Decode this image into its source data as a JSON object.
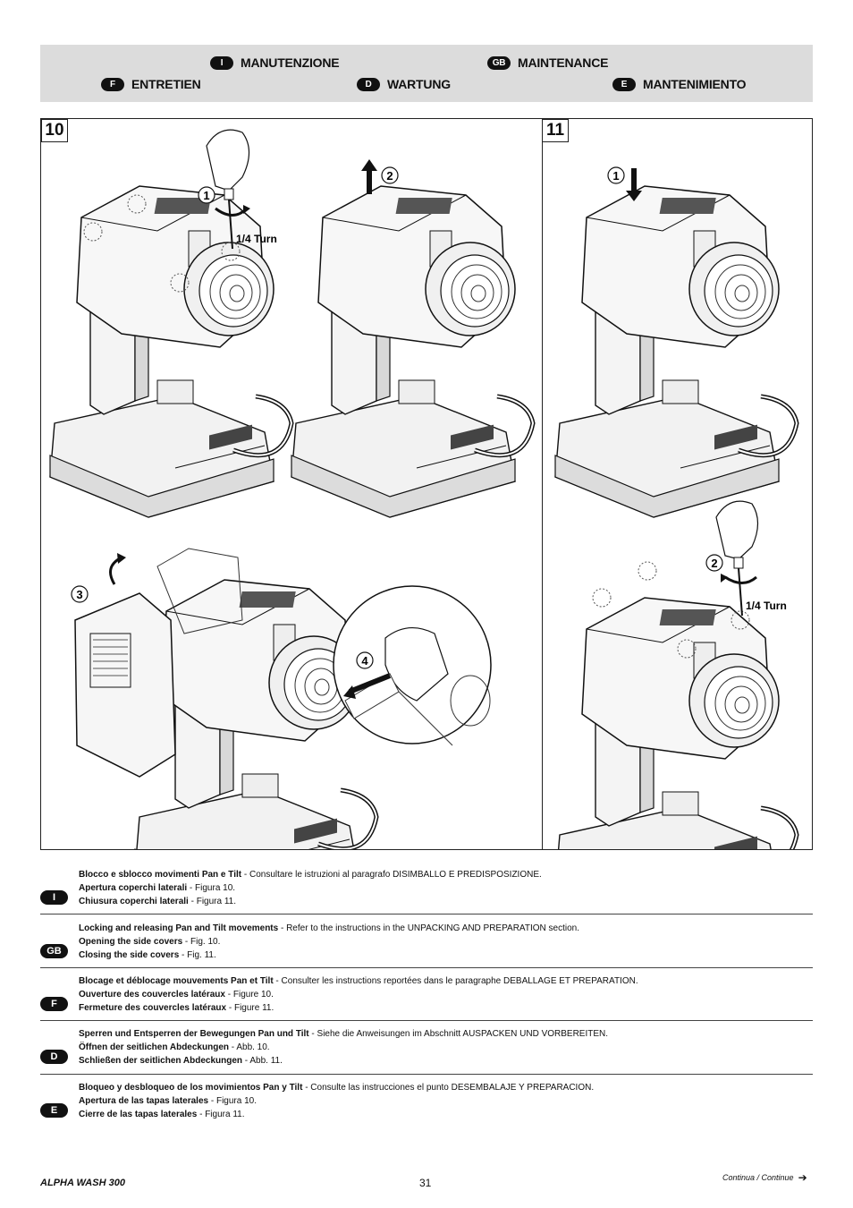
{
  "header": {
    "items": [
      {
        "code": "I",
        "label": "MANUTENZIONE"
      },
      {
        "code": "GB",
        "label": "MAINTENANCE"
      },
      {
        "code": "F",
        "label": "ENTRETIEN"
      },
      {
        "code": "D",
        "label": "WARTUNG"
      },
      {
        "code": "E",
        "label": "MANTENIMIENTO"
      }
    ]
  },
  "figures": {
    "fig10": {
      "number": "10",
      "steps": [
        "1",
        "2",
        "3",
        "4"
      ],
      "turn_label": "1/4 Turn"
    },
    "fig11": {
      "number": "11",
      "steps": [
        "1",
        "2"
      ],
      "turn_label": "1/4 Turn"
    },
    "product_label": "ALPHA WASH 300"
  },
  "sections": [
    {
      "code": "I",
      "line1_bold": "Blocco e sblocco movimenti Pan e Tilt",
      "line1_rest": "  - Consultare le istruzioni al paragrafo DISIMBALLO E PREDISPOSIZIONE.",
      "line2_bold": "Apertura coperchi laterali",
      "line2_rest": " - Figura 10.",
      "line3_bold": "Chiusura coperchi laterali",
      "line3_rest": " - Figura 11."
    },
    {
      "code": "GB",
      "line1_bold": "Locking and releasing Pan and Tilt movements",
      "line1_rest": " - Refer to the instructions in the UNPACKING AND PREPARATION section.",
      "line2_bold": "Opening the side covers",
      "line2_rest": " - Fig. 10.",
      "line3_bold": "Closing the side covers",
      "line3_rest": " - Fig. 11."
    },
    {
      "code": "F",
      "line1_bold": "Blocage et déblocage mouvements Pan et Tilt",
      "line1_rest": "  - Consulter les instructions reportées dans le paragraphe DEBALLAGE ET PREPARATION.",
      "line2_bold": "Ouverture des couvercles latéraux",
      "line2_rest": " - Figure 10.",
      "line3_bold": "Fermeture des couvercles latéraux",
      "line3_rest": " - Figure 11."
    },
    {
      "code": "D",
      "line1_bold": "Sperren und Entsperren der Bewegungen Pan und Tilt",
      "line1_rest": "  - Siehe die Anweisungen im Abschnitt AUSPACKEN UND VORBEREITEN.",
      "line2_bold": "Öffnen der seitlichen Abdeckungen",
      "line2_rest": " - Abb. 10.",
      "line3_bold": "Schließen der seitlichen Abdeckungen",
      "line3_rest": " - Abb. 11."
    },
    {
      "code": "E",
      "line1_bold": "Bloqueo y desbloqueo de los movimientos Pan y Tilt",
      "line1_rest": " - Consulte las instrucciones el punto DESEMBALAJE Y PREPARACION.",
      "line2_bold": "Apertura de las tapas laterales",
      "line2_rest": " - Figura 10.",
      "line3_bold": "Cierre de las tapas laterales",
      "line3_rest": " - Figura 11."
    }
  ],
  "footer": {
    "product": "ALPHA WASH 300",
    "page": "31",
    "continue": "Continua / Continue"
  }
}
